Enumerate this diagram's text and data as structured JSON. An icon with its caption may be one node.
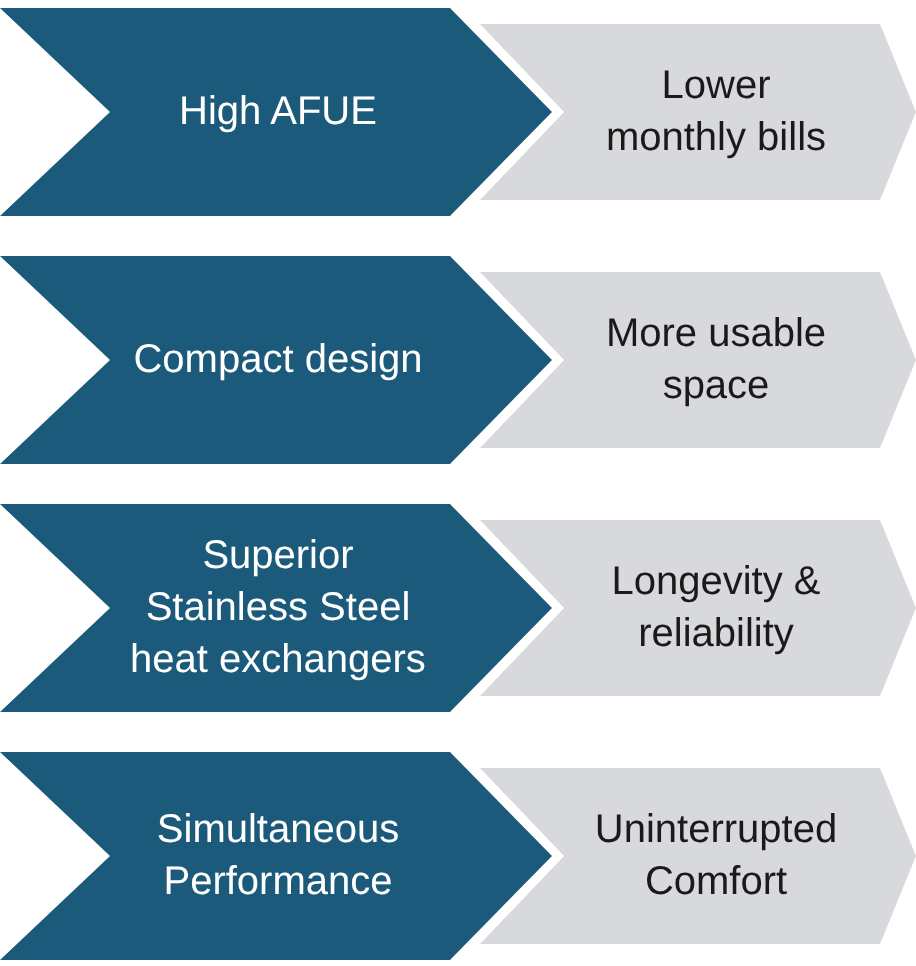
{
  "diagram": {
    "nodes": [
      {
        "text": [
          "High AFUE"
        ]
      },
      {
        "text": [
          "Lower monthly bills"
        ]
      },
      {
        "text": [
          "Compact design"
        ]
      },
      {
        "text": [
          "More usable space"
        ]
      },
      {
        "text": [
          "Superior Stainless Steel heat exchangers"
        ]
      },
      {
        "text": [
          "Longevity & reliability"
        ]
      },
      {
        "text": [
          "Simultaneous Performance"
        ]
      },
      {
        "text": [
          "Uninterrupted Comfort"
        ]
      }
    ]
  }
}
